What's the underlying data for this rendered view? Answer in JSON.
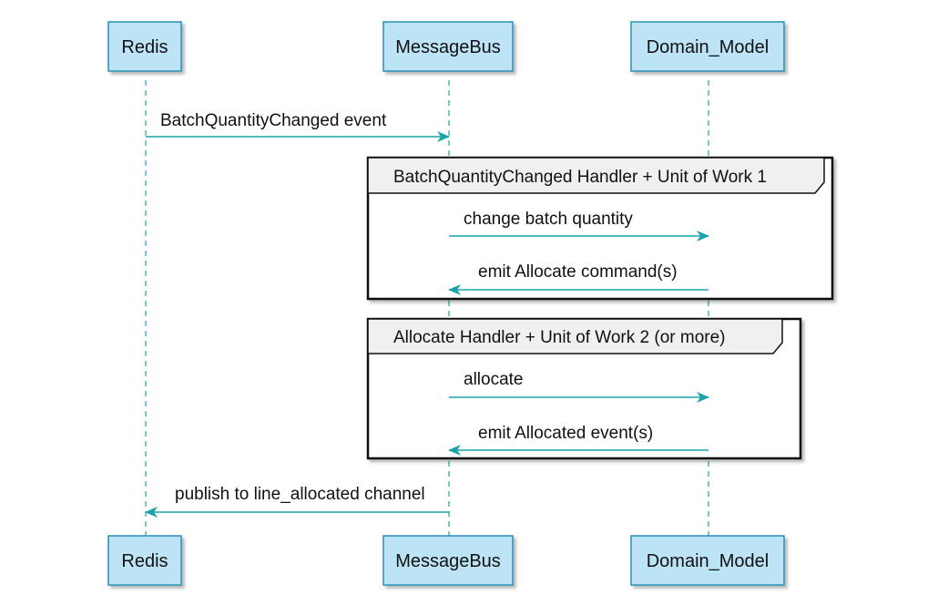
{
  "diagram": {
    "type": "sequence",
    "participants": [
      {
        "id": "redis",
        "label": "Redis"
      },
      {
        "id": "messagebus",
        "label": "MessageBus"
      },
      {
        "id": "domain_model",
        "label": "Domain_Model"
      }
    ],
    "messages": {
      "batch_event": {
        "from": "redis",
        "to": "messagebus",
        "label": "BatchQuantityChanged event"
      },
      "change_qty": {
        "from": "messagebus",
        "to": "domain_model",
        "label": "change batch quantity"
      },
      "emit_allocate": {
        "from": "domain_model",
        "to": "messagebus",
        "label": "emit Allocate command(s)"
      },
      "allocate": {
        "from": "messagebus",
        "to": "domain_model",
        "label": "allocate"
      },
      "emit_allocated": {
        "from": "domain_model",
        "to": "messagebus",
        "label": "emit Allocated event(s)"
      },
      "publish": {
        "from": "messagebus",
        "to": "redis",
        "label": "publish to line_allocated channel"
      }
    },
    "groups": {
      "uow1": {
        "label": "BatchQuantityChanged Handler + Unit of Work 1"
      },
      "uow2": {
        "label": "Allocate Handler + Unit of Work 2 (or more)"
      }
    },
    "colors": {
      "participant_fill": "#bde3f7",
      "participant_stroke": "#2a8fb5",
      "lifeline": "#2aaab3",
      "arrow": "#1aa3a8",
      "group_stroke": "#111111",
      "group_header_fill": "#f0f0f0"
    }
  }
}
